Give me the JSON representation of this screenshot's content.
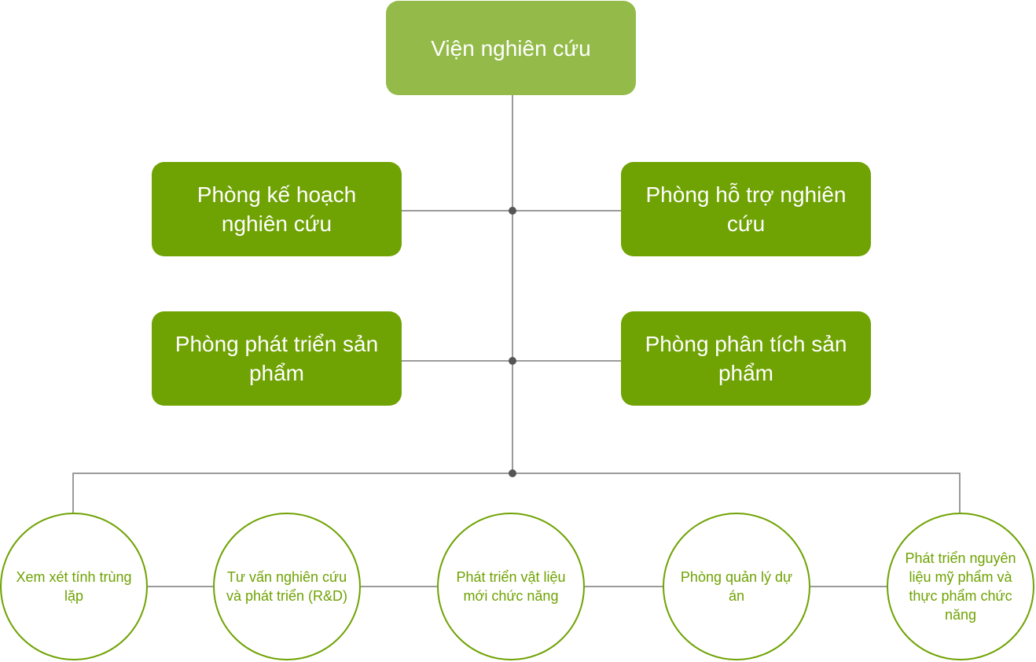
{
  "root": {
    "label": "Viện nghiên cứu"
  },
  "departments": [
    {
      "label": "Phòng kế hoạch nghiên cứu"
    },
    {
      "label": "Phòng hỗ trợ nghiên cứu"
    },
    {
      "label": "Phòng phát triển sản phẩm"
    },
    {
      "label": "Phòng phân tích sản phẩm"
    }
  ],
  "functions": [
    {
      "label": "Xem xét tính trùng lặp"
    },
    {
      "label": "Tư vấn nghiên cứu và phát triển (R&D)"
    },
    {
      "label": "Phát triển vật liệu mới chức năng"
    },
    {
      "label": "Phòng quản lý dự án"
    },
    {
      "label": "Phát triển nguyên liệu mỹ phẩm và thực phẩm chức năng"
    }
  ],
  "colors": {
    "root_fill": "#94bb4a",
    "department_fill": "#6fa203",
    "function_border": "#6fa203",
    "function_text": "#6fa203",
    "connector_line": "#7a7a7a",
    "junction_dot": "#555555"
  }
}
